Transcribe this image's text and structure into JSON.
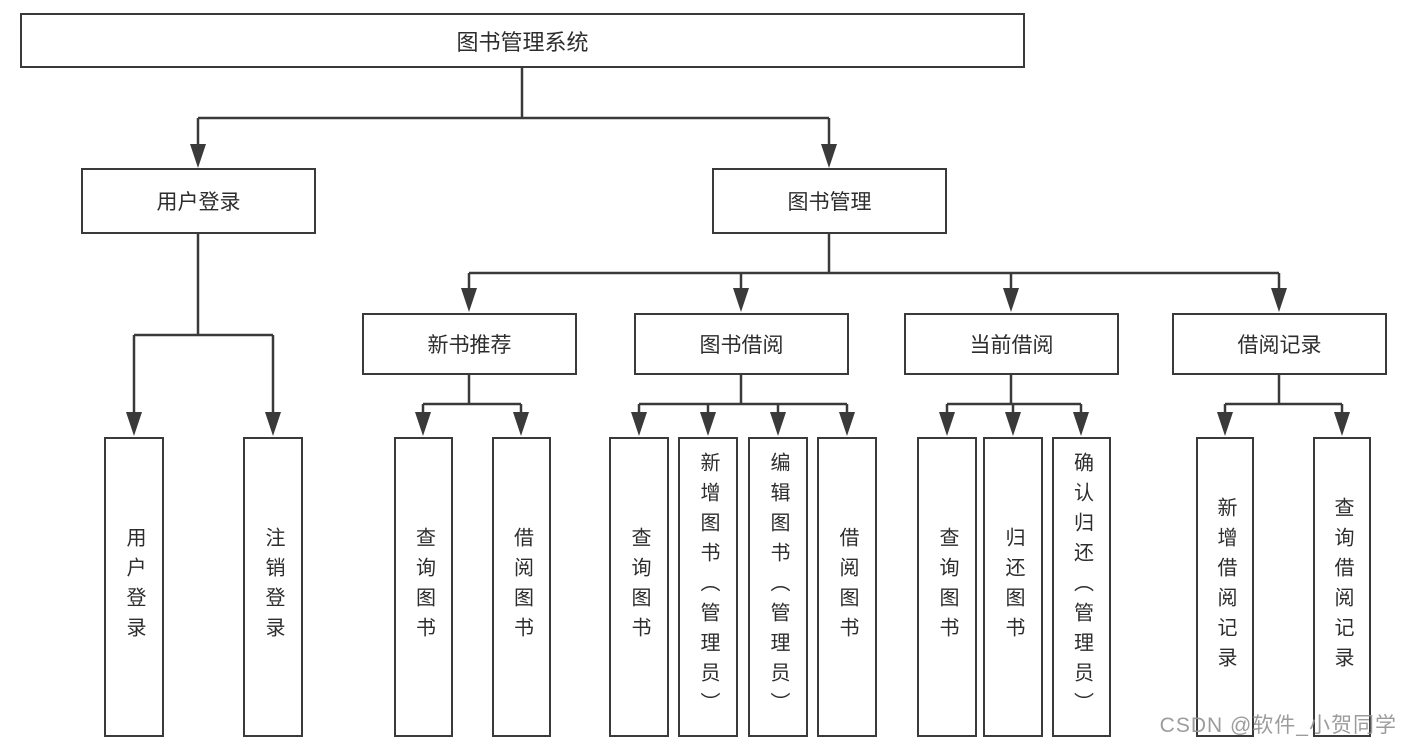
{
  "root": {
    "label": "图书管理系统"
  },
  "branches": {
    "user_login": {
      "label": "用户登录",
      "children": [
        {
          "label": "用户登录"
        },
        {
          "label": "注销登录"
        }
      ]
    },
    "book_management": {
      "label": "图书管理",
      "children": [
        {
          "label": "新书推荐",
          "children": [
            {
              "label": "查询图书"
            },
            {
              "label": "借阅图书"
            }
          ]
        },
        {
          "label": "图书借阅",
          "children": [
            {
              "label": "查询图书"
            },
            {
              "label": "新增图书（管理员）"
            },
            {
              "label": "编辑图书（管理员）"
            },
            {
              "label": "借阅图书"
            }
          ]
        },
        {
          "label": "当前借阅",
          "children": [
            {
              "label": "查询图书"
            },
            {
              "label": "归还图书"
            },
            {
              "label": "确认归还（管理员）"
            }
          ]
        },
        {
          "label": "借阅记录",
          "children": [
            {
              "label": "新增借阅记录"
            },
            {
              "label": "查询借阅记录"
            }
          ]
        }
      ]
    }
  },
  "watermark": "CSDN @软件_小贺同学",
  "colors": {
    "line": "#3a3a3a",
    "text": "#2d2d2d",
    "box_background": "#ffffff",
    "watermark": "#949494",
    "background": "#ffffff"
  }
}
